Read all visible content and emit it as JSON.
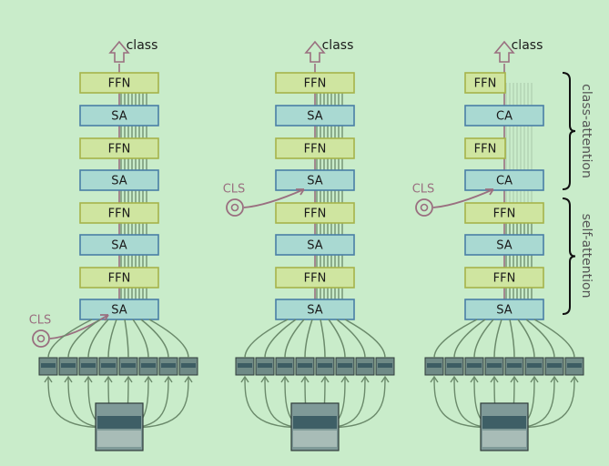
{
  "diagram": {
    "colors": {
      "background": "#c9ecca",
      "ffn_fill": "#cfe5a0",
      "ffn_stroke": "#a6b34a",
      "sa_fill": "#a9d9d2",
      "sa_stroke": "#4a7fa6",
      "connector": "#6b8a6b",
      "cls": "#9a6f80",
      "text": "#1a1a1a",
      "bracket": "#111111",
      "side_label": "#555555"
    },
    "class_label": "class",
    "cls_label": "CLS",
    "class_attention_label": "class-attention",
    "self_attention_label": "self-attention",
    "columns": [
      {
        "name": "vit-cls-at-input",
        "cls_enters_before_block": 8,
        "blocks": [
          "FFN",
          "SA",
          "FFN",
          "SA",
          "FFN",
          "SA",
          "FFN",
          "SA"
        ]
      },
      {
        "name": "vit-cls-late-insertion",
        "cls_enters_before_block": 3,
        "blocks": [
          "FFN",
          "SA",
          "FFN",
          "SA",
          "FFN",
          "SA",
          "FFN",
          "SA"
        ]
      },
      {
        "name": "cait-class-attention",
        "cls_enters_before_block": 3,
        "blocks": [
          "FFN",
          "CA",
          "FFN",
          "CA",
          "FFN",
          "SA",
          "FFN",
          "SA"
        ]
      }
    ]
  }
}
